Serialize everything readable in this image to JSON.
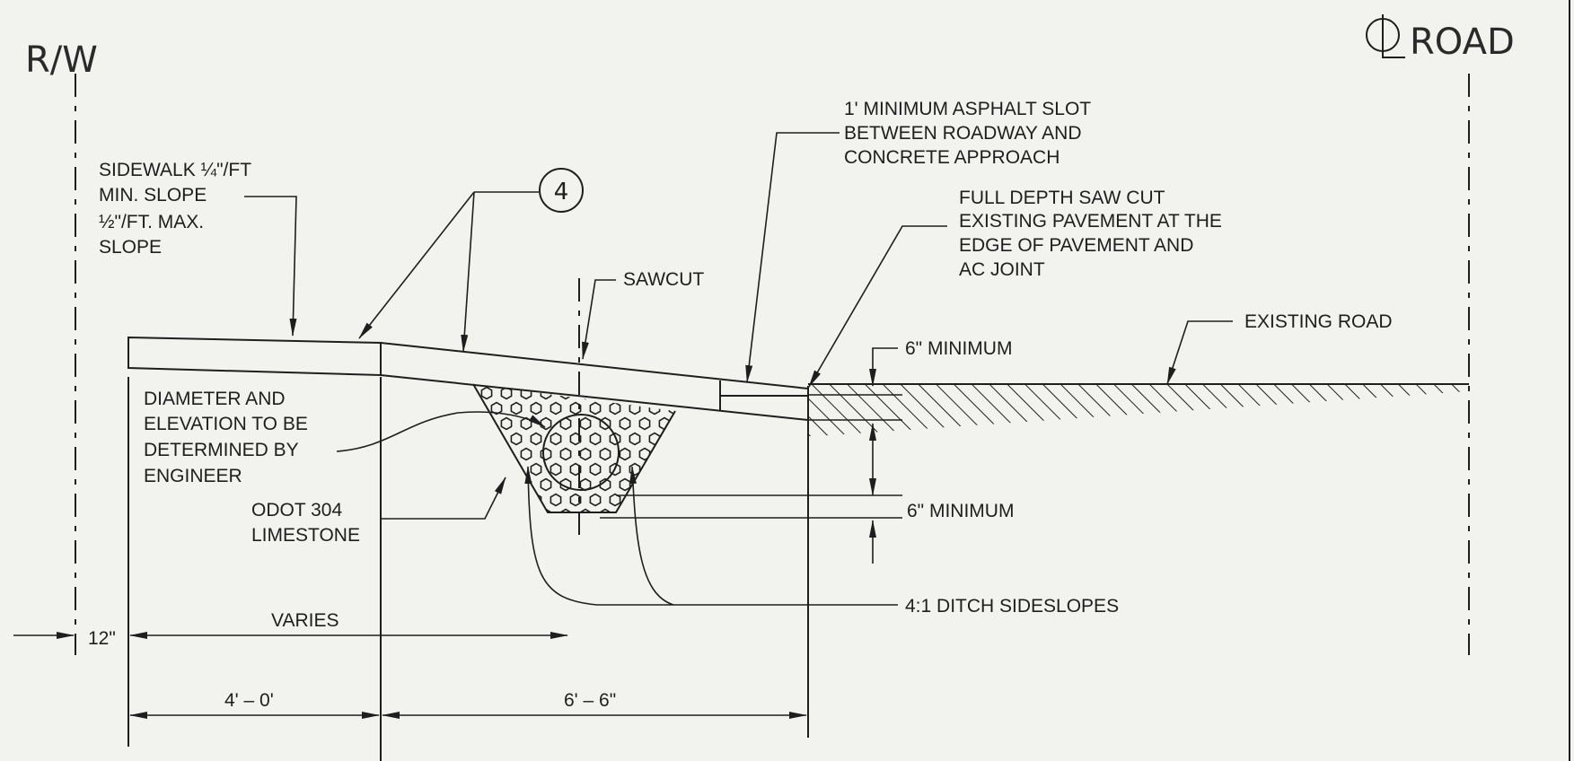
{
  "headers": {
    "right_of_way": "R/W",
    "centerline_road": "ROAD"
  },
  "callouts": {
    "sidewalk_line1": "SIDEWALK ¼\"/FT",
    "sidewalk_line2": "MIN. SLOPE",
    "sidewalk_line3": "½\"/FT. MAX.",
    "sidewalk_line4": "SLOPE",
    "note_number": "4",
    "asphalt_slot_line1": "1' MINIMUM ASPHALT SLOT",
    "asphalt_slot_line2": "BETWEEN ROADWAY AND",
    "asphalt_slot_line3": "CONCRETE APPROACH",
    "saw_cut_line1": "FULL DEPTH SAW CUT",
    "saw_cut_line2": "EXISTING PAVEMENT AT THE",
    "saw_cut_line3": "EDGE OF PAVEMENT AND",
    "saw_cut_line4": "AC JOINT",
    "sawcut": "SAWCUT",
    "existing_road": "EXISTING ROAD",
    "six_min_top": "6\" MINIMUM",
    "six_min_bottom": "6\" MINIMUM",
    "pipe_line1": "DIAMETER AND",
    "pipe_line2": "ELEVATION TO BE",
    "pipe_line3": "DETERMINED BY",
    "pipe_line4": "ENGINEER",
    "stone_line1": "ODOT 304",
    "stone_line2": "LIMESTONE",
    "ditch_slopes": "4:1 DITCH SIDESLOPES"
  },
  "dimensions": {
    "offset": "12\"",
    "varies": "VARIES",
    "sidewalk_width": "4' – 0'",
    "approach_width": "6' – 6\""
  }
}
